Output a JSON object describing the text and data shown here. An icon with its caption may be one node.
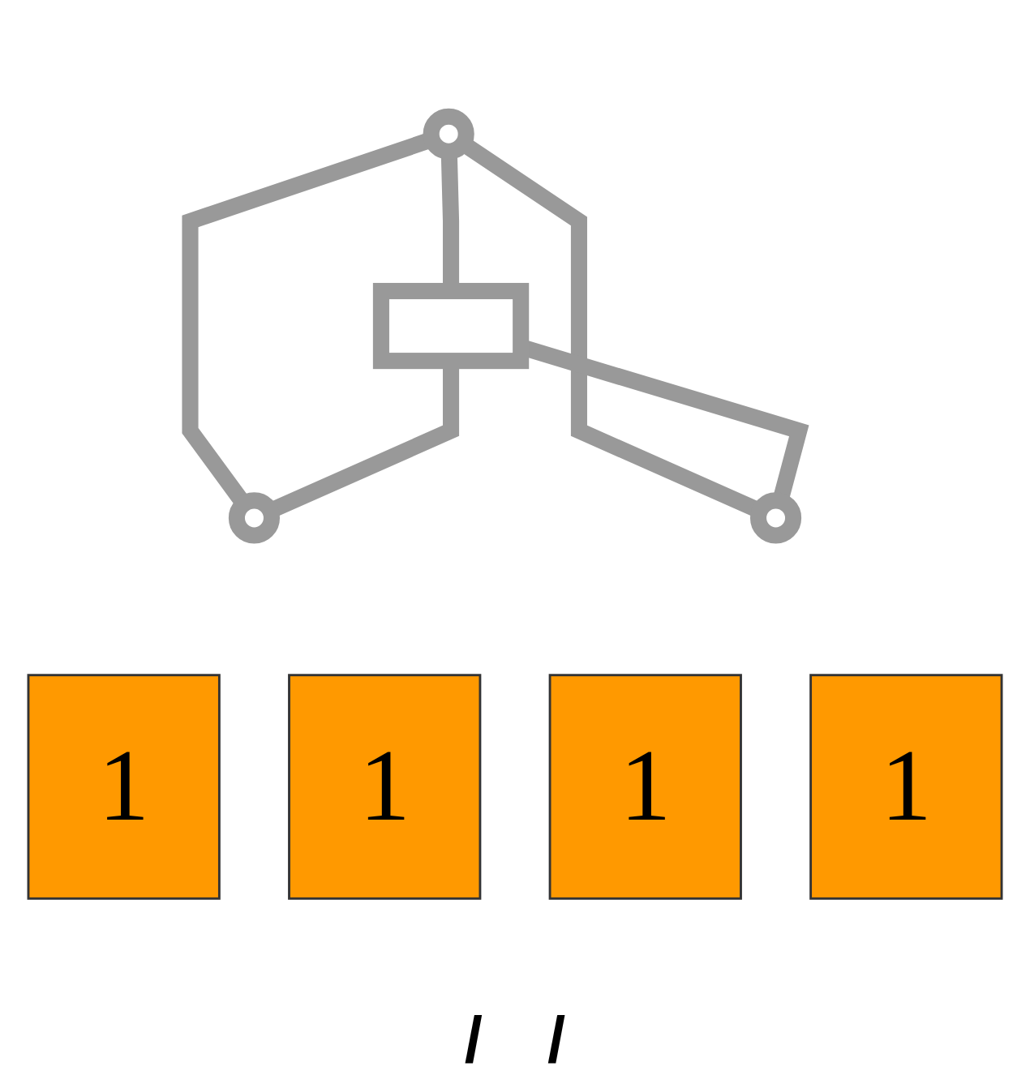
{
  "diagram": {
    "nodes": [
      {
        "text": [],
        "shape": "circle"
      },
      {
        "text": [],
        "shape": "box"
      },
      {
        "text": [],
        "shape": "circle"
      },
      {
        "text": [],
        "shape": "circle"
      },
      {
        "text": [
          "1"
        ]
      },
      {
        "text": [
          "1"
        ]
      },
      {
        "text": [
          "1"
        ]
      },
      {
        "text": [
          "1"
        ]
      }
    ],
    "edges": [
      {
        "from": 0,
        "to": 1,
        "arrow": "none"
      },
      {
        "from": 0,
        "to": 2,
        "arrow": "none"
      },
      {
        "from": 1,
        "to": 2,
        "arrow": "none"
      },
      {
        "from": 0,
        "to": 3,
        "arrow": "none"
      },
      {
        "from": 1,
        "to": 3,
        "arrow": "none"
      }
    ],
    "labels": [
      "/",
      "/"
    ]
  }
}
